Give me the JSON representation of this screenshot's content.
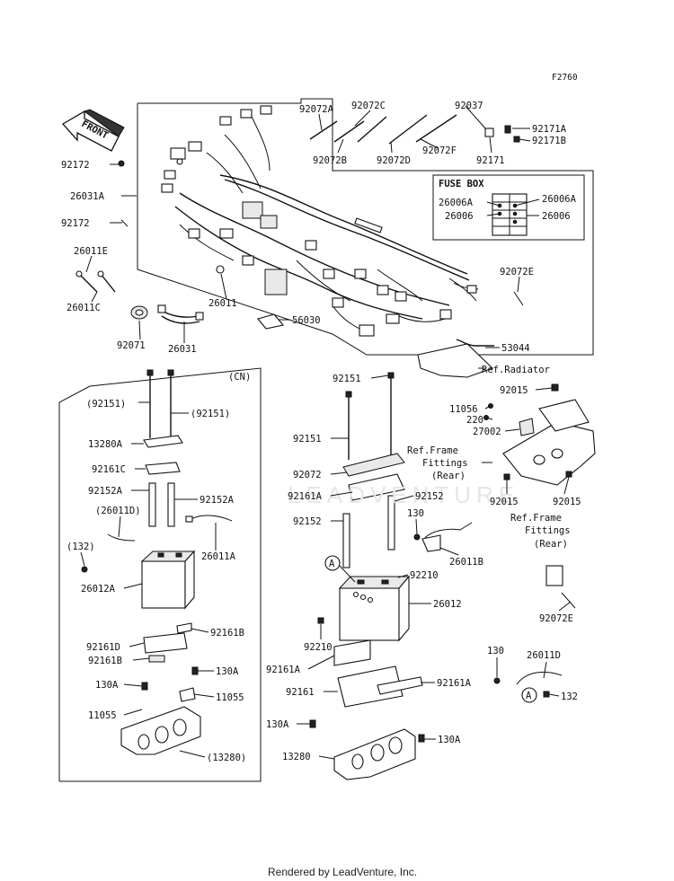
{
  "figure_code": "F2760",
  "front_label": "FRONT",
  "fuse_box_title": "FUSE BOX",
  "watermark": "LEADVENTURE",
  "footer": "Rendered by LeadVenture, Inc.",
  "labels": {
    "l_92072A": "92072A",
    "l_92072C": "92072C",
    "l_92037": "92037",
    "l_92171A": "92171A",
    "l_92171B": "92171B",
    "l_92072B": "92072B",
    "l_92072D": "92072D",
    "l_92072F": "92072F",
    "l_92171": "92171",
    "l_92172a": "92172",
    "l_26031A": "26031A",
    "l_92172b": "92172",
    "l_26006A_l": "26006A",
    "l_26006A_r": "26006A",
    "l_26006_l": "26006",
    "l_26006_r": "26006",
    "l_26011E": "26011E",
    "l_26011C": "26011C",
    "l_26011": "26011",
    "l_92072E_top": "92072E",
    "l_56030": "56030",
    "l_92071": "92071",
    "l_26031": "26031",
    "l_53044": "53044",
    "l_refrad": "Ref.Radiator",
    "l_cn": "(CN)",
    "l_92151_pa": "(92151)",
    "l_92151_pb": "(92151)",
    "l_13280A": "13280A",
    "l_92161C": "92161C",
    "l_92152A_l": "92152A",
    "l_92152A_r": "92152A",
    "l_26011D_p": "(26011D)",
    "l_132_p": "(132)",
    "l_26011A": "26011A",
    "l_26012A": "26012A",
    "l_92161B_r": "92161B",
    "l_92161D": "92161D",
    "l_92161B_l": "92161B",
    "l_130A_l1": "130A",
    "l_130A_r1": "130A",
    "l_11055_r": "11055",
    "l_11055_l": "11055",
    "l_13280_p": "(13280)",
    "l_92151_c1": "92151",
    "l_92151_c2": "92151",
    "l_refframe1_a": "Ref.Frame",
    "l_refframe1_b": "Fittings",
    "l_refframe1_c": "(Rear)",
    "l_92072": "92072",
    "l_92161A_1": "92161A",
    "l_92152_r": "92152",
    "l_92152_l": "92152",
    "l_130_c": "130",
    "l_26011B": "26011B",
    "l_A1": "A",
    "l_92210_r": "92210",
    "l_26012": "26012",
    "l_92210_l": "92210",
    "l_92161A_2": "92161A",
    "l_92161": "92161",
    "l_92161A_3": "92161A",
    "l_130A_c1": "130A",
    "l_130A_c2": "130A",
    "l_13280": "13280",
    "l_92015_t": "92015",
    "l_11056": "11056",
    "l_220": "220",
    "l_27002": "27002",
    "l_92015_l": "92015",
    "l_92015_r": "92015",
    "l_refframe2_a": "Ref.Frame",
    "l_refframe2_b": "Fittings",
    "l_refframe2_c": "(Rear)",
    "l_92072E_bot": "92072E",
    "l_130_r": "130",
    "l_26011D": "26011D",
    "l_A2": "A",
    "l_132": "132"
  }
}
